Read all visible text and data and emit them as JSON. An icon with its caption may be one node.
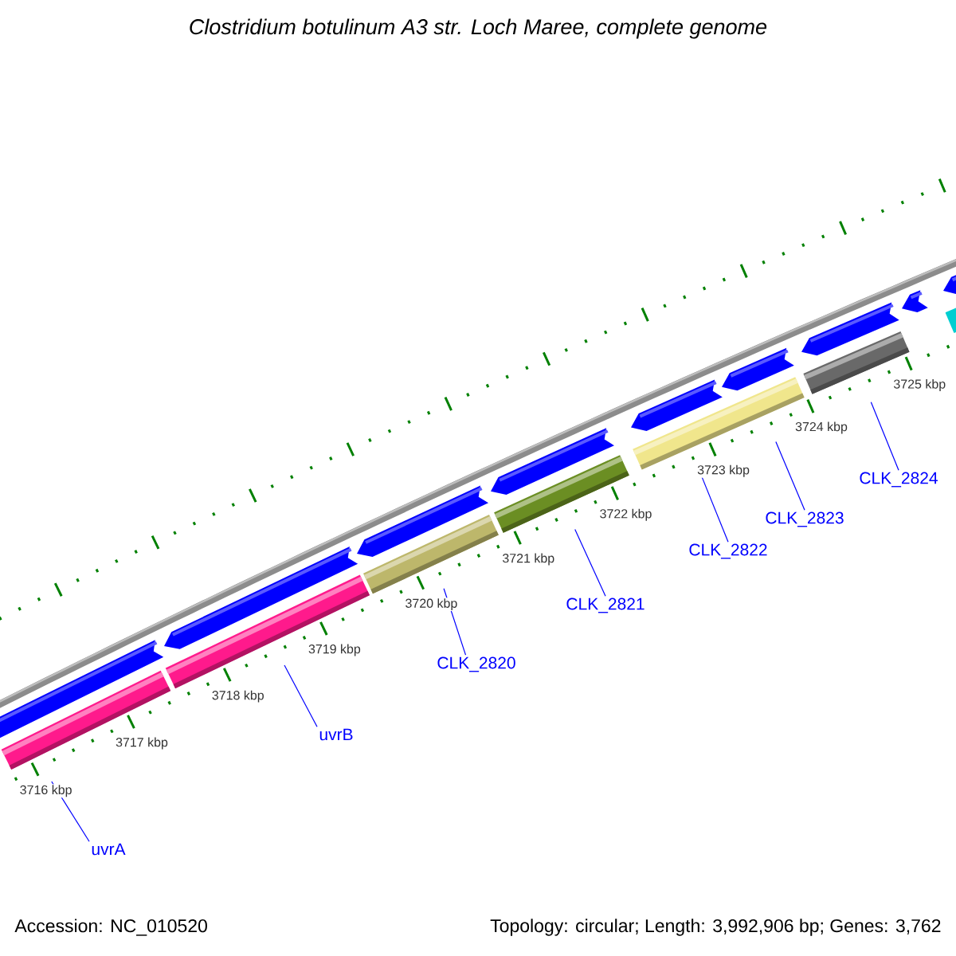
{
  "diagram": {
    "title": "Clostridium botulinum A3 str. Loch Maree, complete genome",
    "nodes": [
      {
        "text": [],
        "shape": "bar"
      },
      {
        "text": [],
        "shape": "bar"
      },
      {
        "text": [],
        "shape": "bar"
      },
      {
        "text": [],
        "shape": "bar"
      },
      {
        "text": [],
        "shape": "bar"
      },
      {
        "text": [],
        "shape": "bar"
      },
      {
        "text": [
          "uvrA"
        ]
      },
      {
        "text": [
          "uvrB"
        ]
      },
      {
        "text": [
          "CLK_2820"
        ]
      },
      {
        "text": [
          "CLK_2821"
        ]
      },
      {
        "text": [
          "CLK_2822"
        ]
      },
      {
        "text": [
          "CLK_2823"
        ]
      },
      {
        "text": [
          "CLK_2824"
        ]
      }
    ],
    "edges": [
      {
        "from": 6,
        "to": 0,
        "arrow": "none"
      },
      {
        "from": 7,
        "to": 1,
        "arrow": "none"
      },
      {
        "from": 8,
        "to": 2,
        "arrow": "none"
      },
      {
        "from": 9,
        "to": 3,
        "arrow": "none"
      },
      {
        "from": 10,
        "to": 4,
        "arrow": "none"
      },
      {
        "from": 11,
        "to": 4,
        "arrow": "none"
      },
      {
        "from": 12,
        "to": 5,
        "arrow": "none"
      }
    ],
    "labels": [
      "3716 kbp",
      "3717 kbp",
      "3718 kbp",
      "3719 kbp",
      "3720 kbp",
      "3721 kbp",
      "3722 kbp",
      "3723 kbp",
      "3724 kbp",
      "3725 kbp",
      "Accession: NC_010520",
      "Topology: circular; Length: 3,992,906 bp; Genes: 3,762"
    ]
  }
}
